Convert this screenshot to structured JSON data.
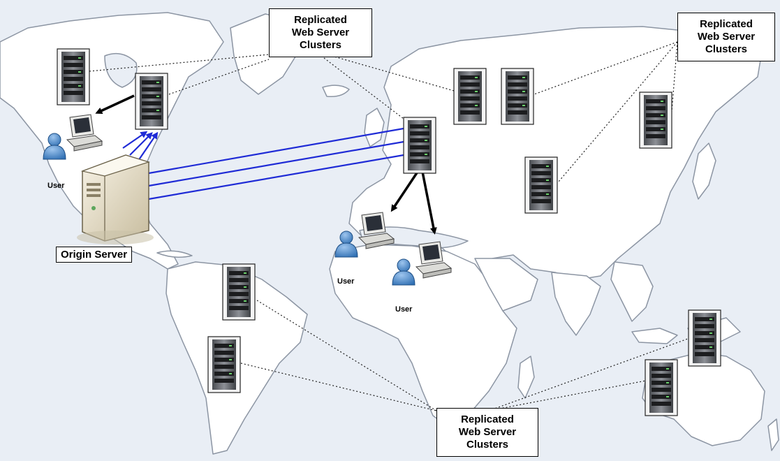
{
  "callouts": {
    "top_center": [
      "Replicated",
      "Web Server",
      "Clusters"
    ],
    "top_right": [
      "Replicated",
      "Web Server",
      "Clusters"
    ],
    "bottom_center": [
      "Replicated",
      "Web Server",
      "Clusters"
    ]
  },
  "origin": {
    "label": "Origin Server"
  },
  "users": {
    "na": "User",
    "europe": "User",
    "mideast": "User"
  },
  "colors": {
    "ocean": "#e9eef5",
    "land": "#ffffff",
    "land_stroke": "#8c95a3",
    "replication_line": "#1f2bd6",
    "response_arrow": "#000000"
  },
  "icons": [
    "server-rack-icon",
    "origin-server-tower-icon",
    "desktop-computer-icon",
    "user-person-icon"
  ]
}
